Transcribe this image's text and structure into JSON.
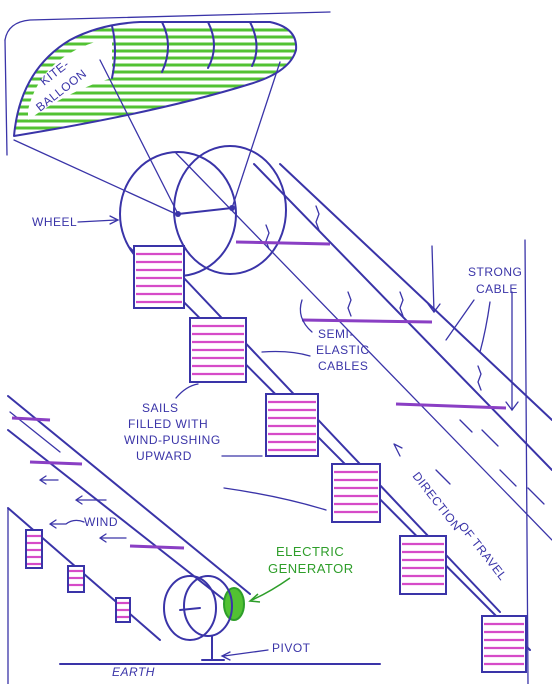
{
  "labels": {
    "kite_balloon_1": "KITE-",
    "kite_balloon_2": "BALLOON",
    "wheel": "WHEEL",
    "strong_cable_1": "STRONG",
    "strong_cable_2": "CABLE",
    "semi_elastic_1": "SEMI-",
    "semi_elastic_2": "ELASTIC",
    "semi_elastic_3": "CABLES",
    "sails_1": "SAILS",
    "sails_2": "FILLED WITH",
    "sails_3": "WIND-PUSHING",
    "sails_4": "UPWARD",
    "wind": "WIND",
    "direction_1": "DIRECTION",
    "direction_2": "OF TRAVEL",
    "generator_1": "ELECTRIC",
    "generator_2": "GENERATOR",
    "pivot": "PIVOT",
    "earth": "EARTH"
  },
  "colors": {
    "ink": "#3a34a8",
    "sail_fill": "#d64bc8",
    "balloon_fill": "#52c233"
  }
}
